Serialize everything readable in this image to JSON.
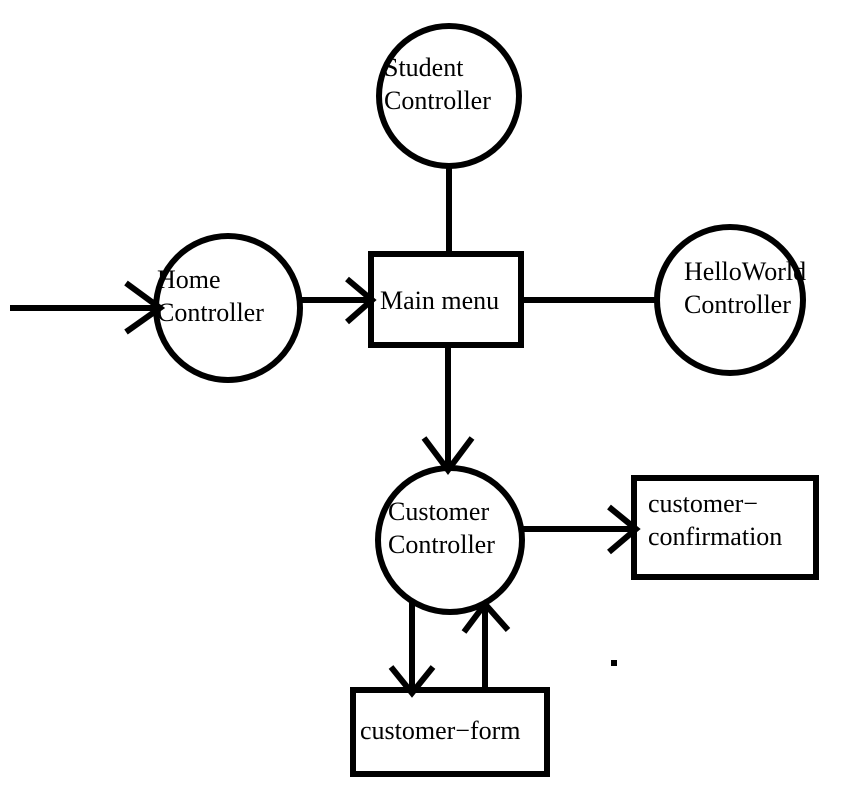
{
  "diagram": {
    "title": "Spring MVC controller flow diagram",
    "background_color": "#ffffff",
    "stroke_color": "#000000",
    "text_color": "#000000",
    "nodes": {
      "student_controller": {
        "shape": "circle",
        "line1": "Student",
        "line2": "Controller"
      },
      "home_controller": {
        "shape": "circle",
        "line1": "Home",
        "line2": "Controller"
      },
      "main_menu": {
        "shape": "rectangle",
        "line1": "Main menu"
      },
      "helloworld_controller": {
        "shape": "circle",
        "line1": "HelloWorld",
        "line2": "Controller"
      },
      "customer_controller": {
        "shape": "circle",
        "line1": "Customer",
        "line2": "Controller"
      },
      "customer_confirmation": {
        "shape": "rectangle",
        "line1": "customer−",
        "line2": "confirmation"
      },
      "customer_form": {
        "shape": "rectangle",
        "line1": "customer−form"
      }
    },
    "edges": [
      {
        "name": "entry-to-home",
        "from": "entry-point",
        "to": "home_controller",
        "arrow": true
      },
      {
        "name": "home-to-main-menu",
        "from": "home_controller",
        "to": "main_menu",
        "arrow": true
      },
      {
        "name": "student-to-main-menu",
        "from": "student_controller",
        "to": "main_menu",
        "arrow": false
      },
      {
        "name": "main-menu-to-helloworld",
        "from": "main_menu",
        "to": "helloworld_controller",
        "arrow": false
      },
      {
        "name": "main-menu-to-customer",
        "from": "main_menu",
        "to": "customer_controller",
        "arrow": true
      },
      {
        "name": "customer-to-confirmation",
        "from": "customer_controller",
        "to": "customer_confirmation",
        "arrow": true
      },
      {
        "name": "customer-to-form",
        "from": "customer_controller",
        "to": "customer_form",
        "arrow": true
      },
      {
        "name": "form-to-customer",
        "from": "customer_form",
        "to": "customer_controller",
        "arrow": true
      }
    ],
    "marks": {
      "stray_dot": "·"
    }
  }
}
